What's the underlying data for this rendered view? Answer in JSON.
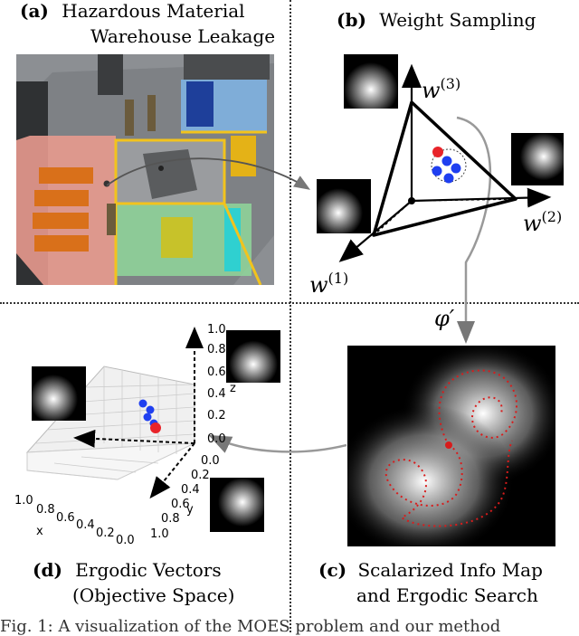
{
  "panel_a": {
    "letter": "(a)",
    "title_line1": "Hazardous Material",
    "title_line2": "Warehouse Leakage"
  },
  "panel_b": {
    "letter": "(b)",
    "title": "Weight Sampling",
    "axis_w1": "w",
    "axis_w1_sup": "(1)",
    "axis_w2": "w",
    "axis_w2_sup": "(2)",
    "axis_w3": "w",
    "axis_w3_sup": "(3)"
  },
  "phi_label": "φ′",
  "panel_c": {
    "letter": "(c)",
    "title_line1": "Scalarized Info Map",
    "title_line2": "and Ergodic Search"
  },
  "panel_d": {
    "letter": "(d)",
    "title_line1": "Ergodic Vectors",
    "title_line2": "(Objective Space)",
    "z_ticks": [
      "1.0",
      "0.8",
      "0.6",
      "0.4",
      "0.2",
      "0.0"
    ],
    "z_label": "z",
    "y_ticks": [
      "0.0",
      "0.2",
      "0.4",
      "0.6",
      "0.8",
      "1.0"
    ],
    "y_label": "y",
    "x_ticks": [
      "1.0",
      "0.8",
      "0.6",
      "0.4",
      "0.2",
      "0.0"
    ],
    "x_label": "x"
  },
  "colors": {
    "red_point": "#e8242a",
    "blue_point": "#1f3ff0",
    "trajectory": "#d81c1c"
  },
  "bottom_caption": "Fig. 1: A visualization of the MOES problem and our method"
}
